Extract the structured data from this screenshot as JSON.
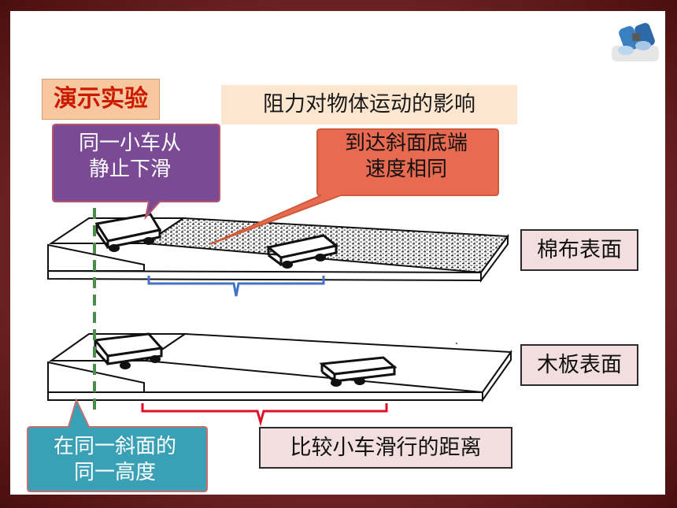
{
  "demo_label": "演示实验",
  "topic_title": "阻力对物体运动的影响",
  "callouts": {
    "same_cart": {
      "line1": "同一小车从",
      "line2": "静止下滑"
    },
    "speed": {
      "line1": "到达斜面底端",
      "line2": "速度相同"
    },
    "height": {
      "line1": "在同一斜面的",
      "line2": "同一高度"
    }
  },
  "surfaces": {
    "cotton": "棉布表面",
    "wood": "木板表面"
  },
  "compare_label": "比较小车滑行的距离",
  "colors": {
    "callout_purple": "#7a4a95",
    "callout_salmon": "#e86a50",
    "callout_teal": "#3aa0b5",
    "brace_blue": "#4472c4",
    "brace_red": "#e0102a",
    "dash_green": "#4f8a4f",
    "frame": "#7a2a2a"
  },
  "icons": [
    "binoculars-icon"
  ]
}
